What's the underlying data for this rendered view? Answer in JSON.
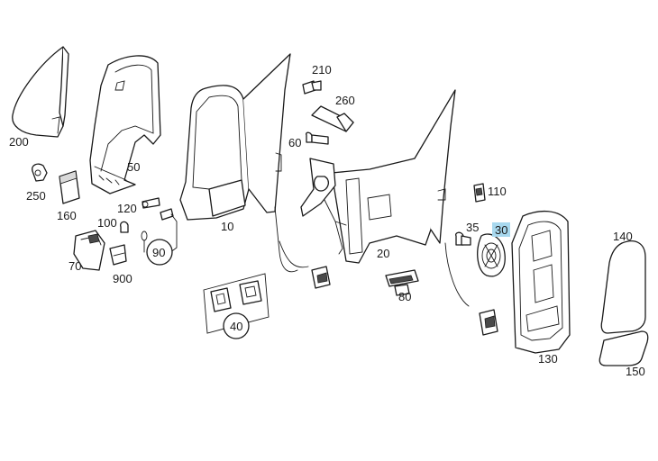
{
  "diagram": {
    "highlight_color": "#a8d8ee",
    "line_color": "#1a1a1a",
    "labels": {
      "p200": "200",
      "p250": "250",
      "p160": "160",
      "p50": "50",
      "p120": "120",
      "p100": "100",
      "p90": "90",
      "p70": "70",
      "p900": "900",
      "p10": "10",
      "p210": "210",
      "p260": "260",
      "p60": "60",
      "p20": "20",
      "p110": "110",
      "p35": "35",
      "p30": "30",
      "p80": "80",
      "p40": "40",
      "p130": "130",
      "p140": "140",
      "p150": "150"
    }
  }
}
